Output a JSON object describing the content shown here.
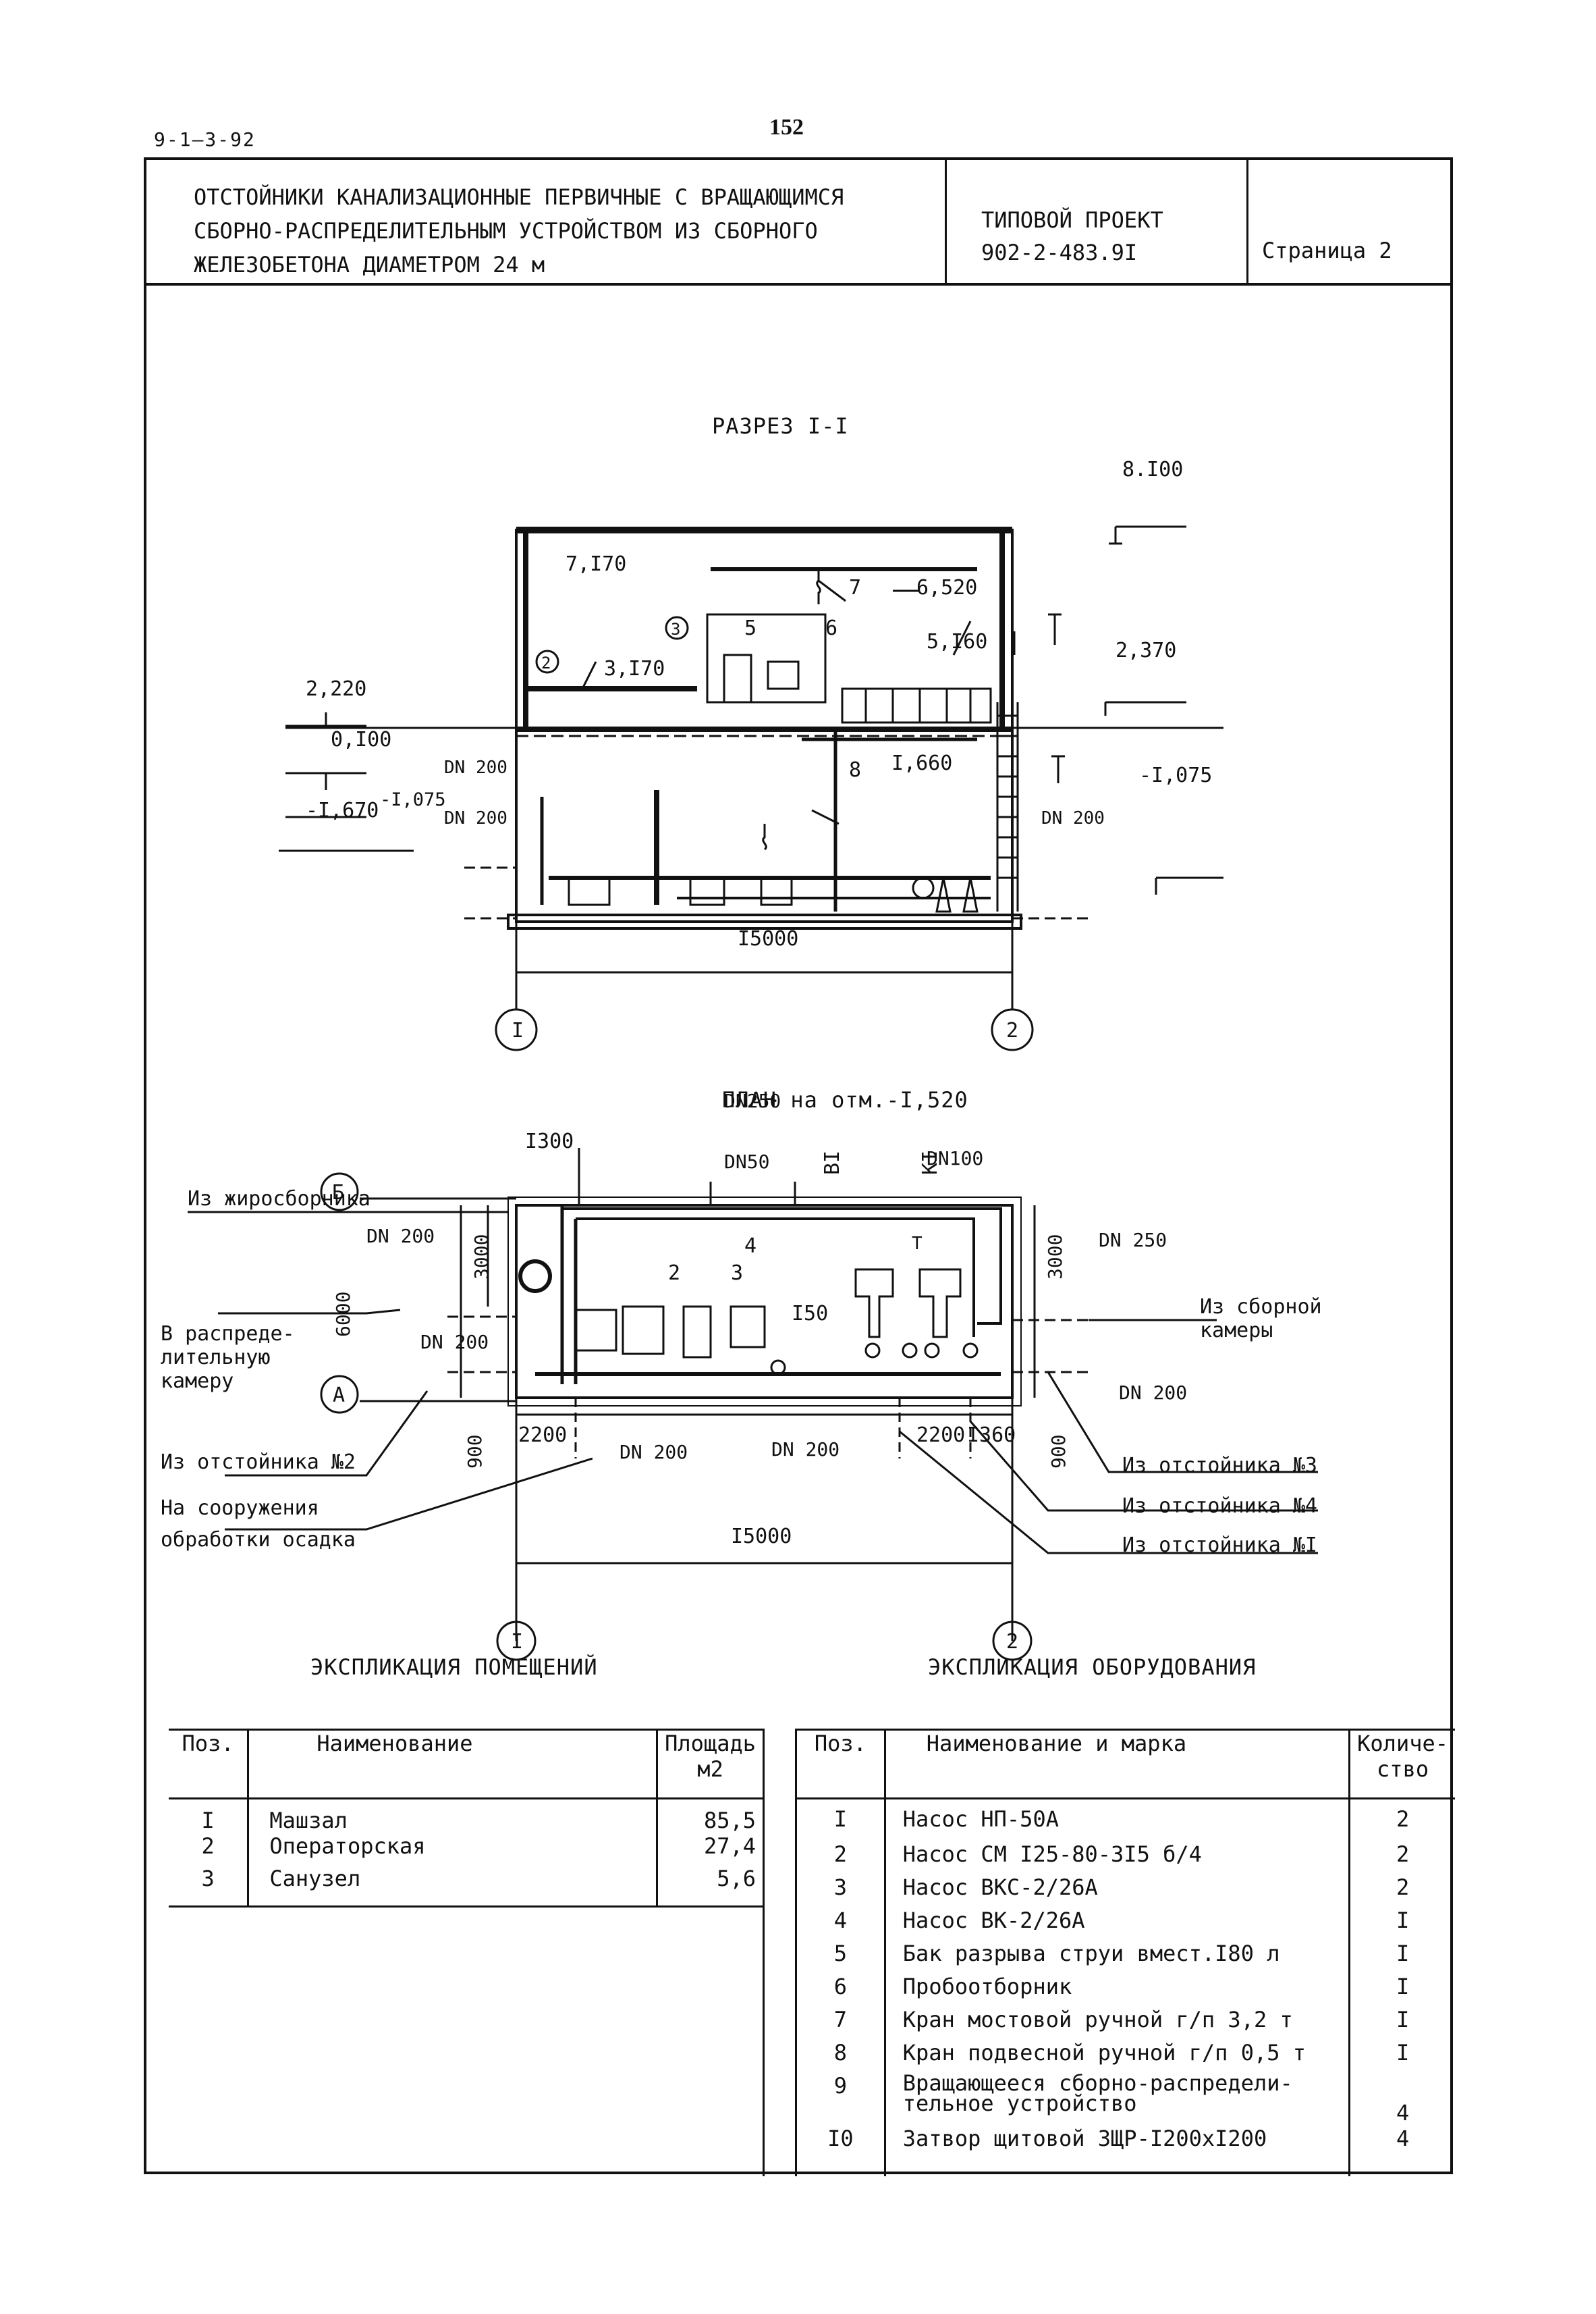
{
  "header": {
    "sheet_code": "9-1—3-92",
    "page_number": "152",
    "title_lines": [
      "ОТСТОЙНИКИ КАНАЛИЗАЦИОННЫЕ ПЕРВИЧНЫЕ С ВРАЩАЮЩИМСЯ",
      "СБОРНО-РАСПРЕДЕЛИТЕЛЬНЫМ УСТРОЙСТВОМ ИЗ СБОРНОГО",
      "ЖЕЛЕЗОБЕТОНА ДИАМЕТРОМ 24 м"
    ],
    "project_lines": [
      "ТИПОВОЙ ПРОЕКТ",
      "902-2-483.9I"
    ],
    "page_label": "Страница 2"
  },
  "section": {
    "title": "РАЗРЕЗ I-I",
    "elevations": [
      "8.I00",
      "7,I70",
      "6,520",
      "5,I60",
      "3,I70",
      "2,370",
      "2,220",
      "0,I00",
      "-I,075",
      "-I,670",
      "-I,075",
      "I,660"
    ],
    "positions": [
      "7",
      "3",
      "5",
      "6",
      "2",
      "8"
    ],
    "pipes": [
      "DN 200",
      "DN 200",
      "DN 200"
    ],
    "dimension": "I5000",
    "axes": [
      "I",
      "2"
    ]
  },
  "plan": {
    "title": "ПЛАН на отм.-I,520",
    "labels": {
      "from_grease": "Из жиросборника",
      "to_distribution": [
        "В распреде-",
        "лительную",
        "камеру"
      ],
      "from_settler_2": "Из отстойника №2",
      "to_sludge": [
        "На сооружения",
        "обработки осадка"
      ],
      "from_collector": [
        "Из сборной",
        "камеры"
      ],
      "from_settler_3": "Из отстойника №3",
      "from_settler_4": "Из отстойника №4",
      "from_settler_1": "Из отстойника №I"
    },
    "pipes": [
      "DN250",
      "DN50",
      "DN100",
      "DN 200",
      "DN 200",
      "DN 250",
      "DN 200",
      "DN 200",
      "DN 200"
    ],
    "dims": [
      "I300",
      "3000",
      "6000",
      "3000",
      "900",
      "2200",
      "2200",
      "I360",
      "900",
      "I50",
      "I5000"
    ],
    "codes": [
      "BI",
      "KI"
    ],
    "positions": [
      "4",
      "2",
      "3",
      "T"
    ],
    "axes_letters": [
      "Б",
      "A"
    ],
    "axes_numbers": [
      "I",
      "2"
    ]
  },
  "rooms": {
    "title": "ЭКСПЛИКАЦИЯ ПОМЕЩЕНИЙ",
    "headers": [
      "Поз.",
      "Наименование",
      "Площадь м2"
    ],
    "rows": [
      [
        "I",
        "Машзал",
        "85,5"
      ],
      [
        "2",
        "Операторская",
        "27,4"
      ],
      [
        "3",
        "Санузел",
        "5,6"
      ]
    ]
  },
  "equipment": {
    "title": "ЭКСПЛИКАЦИЯ ОБОРУДОВАНИЯ",
    "headers": [
      "Поз.",
      "Наименование и марка",
      "Количе-ство"
    ],
    "rows": [
      [
        "I",
        "Насос НП-50А",
        "2"
      ],
      [
        "2",
        "Насос СМ I25-80-3I5 б/4",
        "2"
      ],
      [
        "3",
        "Насос ВКС-2/26А",
        "2"
      ],
      [
        "4",
        "Насос ВК-2/26А",
        "I"
      ],
      [
        "5",
        "Бак разрыва струи вмест.I80 л",
        "I"
      ],
      [
        "6",
        "Пробоотборник",
        "I"
      ],
      [
        "7",
        "Кран мостовой ручной г/п 3,2 т",
        "I"
      ],
      [
        "8",
        "Кран подвесной ручной г/п 0,5 т",
        "I"
      ],
      [
        "9",
        "Вращающееся сборно-распредели-тельное устройство",
        "4"
      ],
      [
        "I0",
        "Затвор щитовой ЗЩР-I200xI200",
        "4"
      ]
    ]
  }
}
